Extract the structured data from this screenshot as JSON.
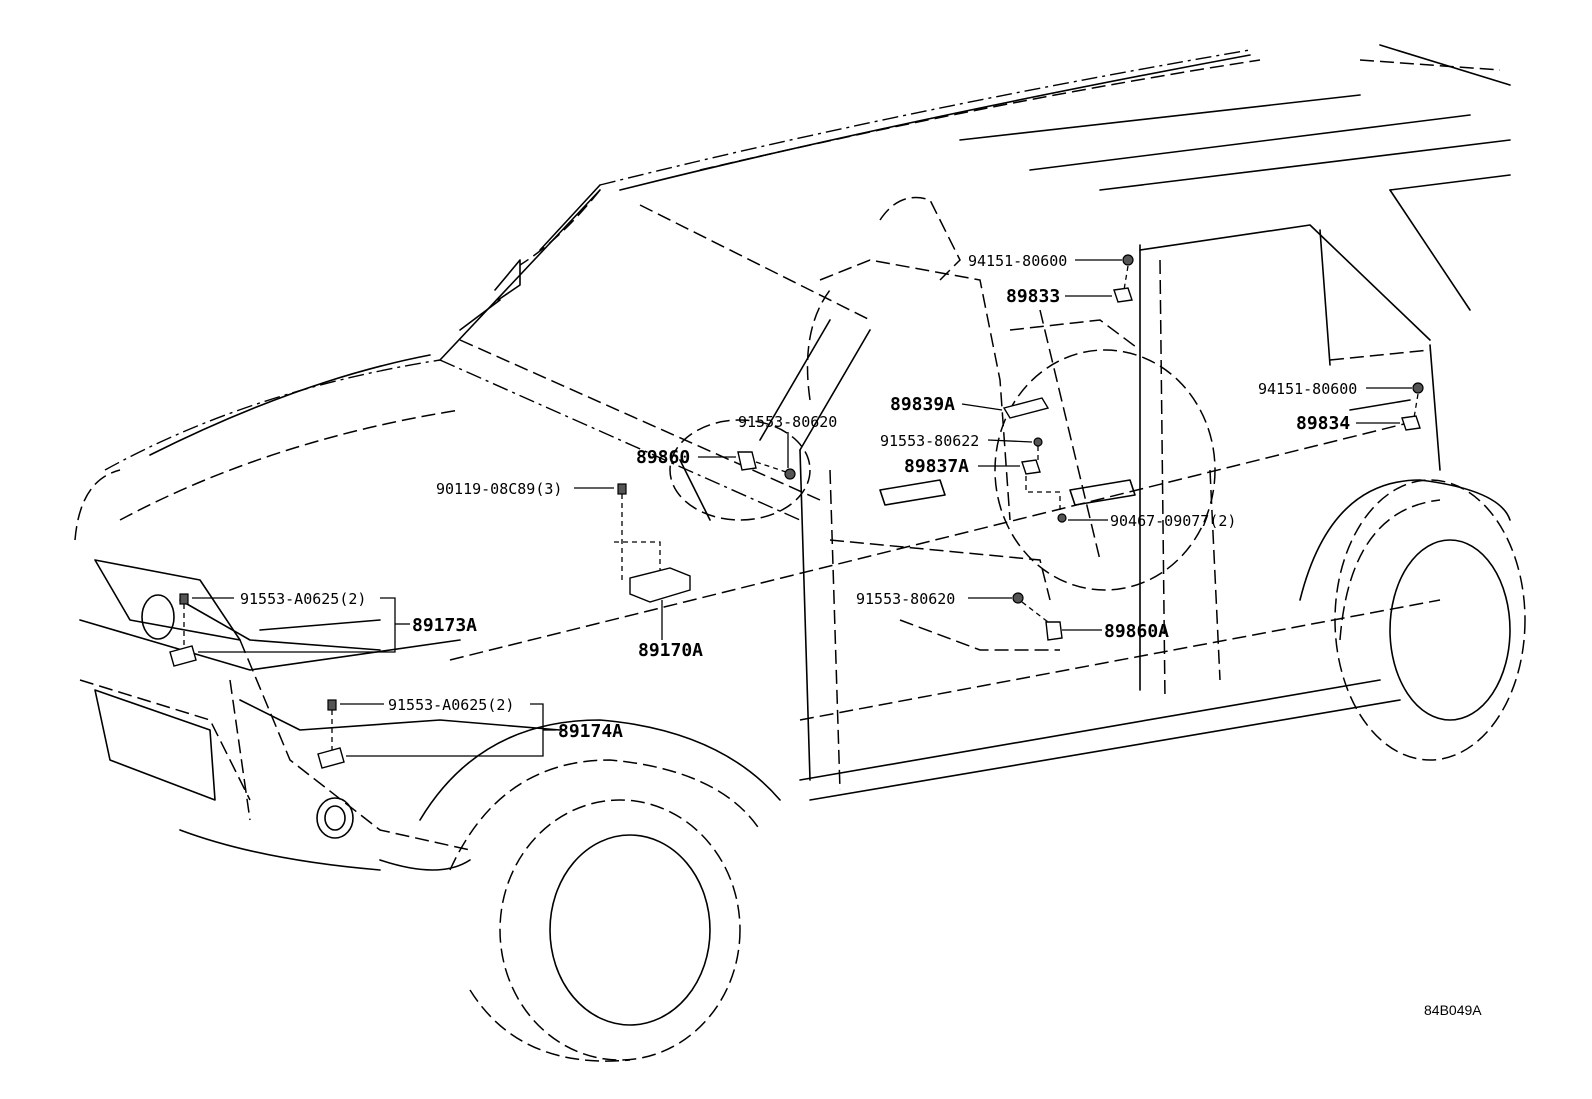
{
  "diagram_code": "84B049A",
  "labels": {
    "p94151_80600_a": "94151-80600",
    "p89833": "89833",
    "p94151_80600_b": "94151-80600",
    "p89834": "89834",
    "p89839A": "89839A",
    "p91553_80620_a": "91553-80620",
    "p91553_80622": "91553-80622",
    "p89860": "89860",
    "p89837A": "89837A",
    "p90119": "90119-08C89(3)",
    "p90467": "90467-09077(2)",
    "p91553_A0625_a": "91553-A0625(2)",
    "p89173A": "89173A",
    "p91553_80620_b": "91553-80620",
    "p89860A": "89860A",
    "p89170A": "89170A",
    "p91553_A0625_b": "91553-A0625(2)",
    "p89174A": "89174A"
  }
}
